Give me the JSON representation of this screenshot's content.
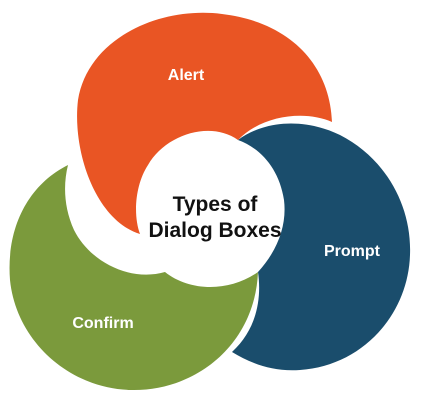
{
  "diagram": {
    "center_title_line1": "Types of",
    "center_title_line2": "Dialog Boxes",
    "segments": [
      {
        "id": "alert",
        "label": "Alert",
        "color": "#e95524"
      },
      {
        "id": "prompt",
        "label": "Prompt",
        "color": "#1a4d6c"
      },
      {
        "id": "confirm",
        "label": "Confirm",
        "color": "#7b9a3c"
      }
    ]
  }
}
